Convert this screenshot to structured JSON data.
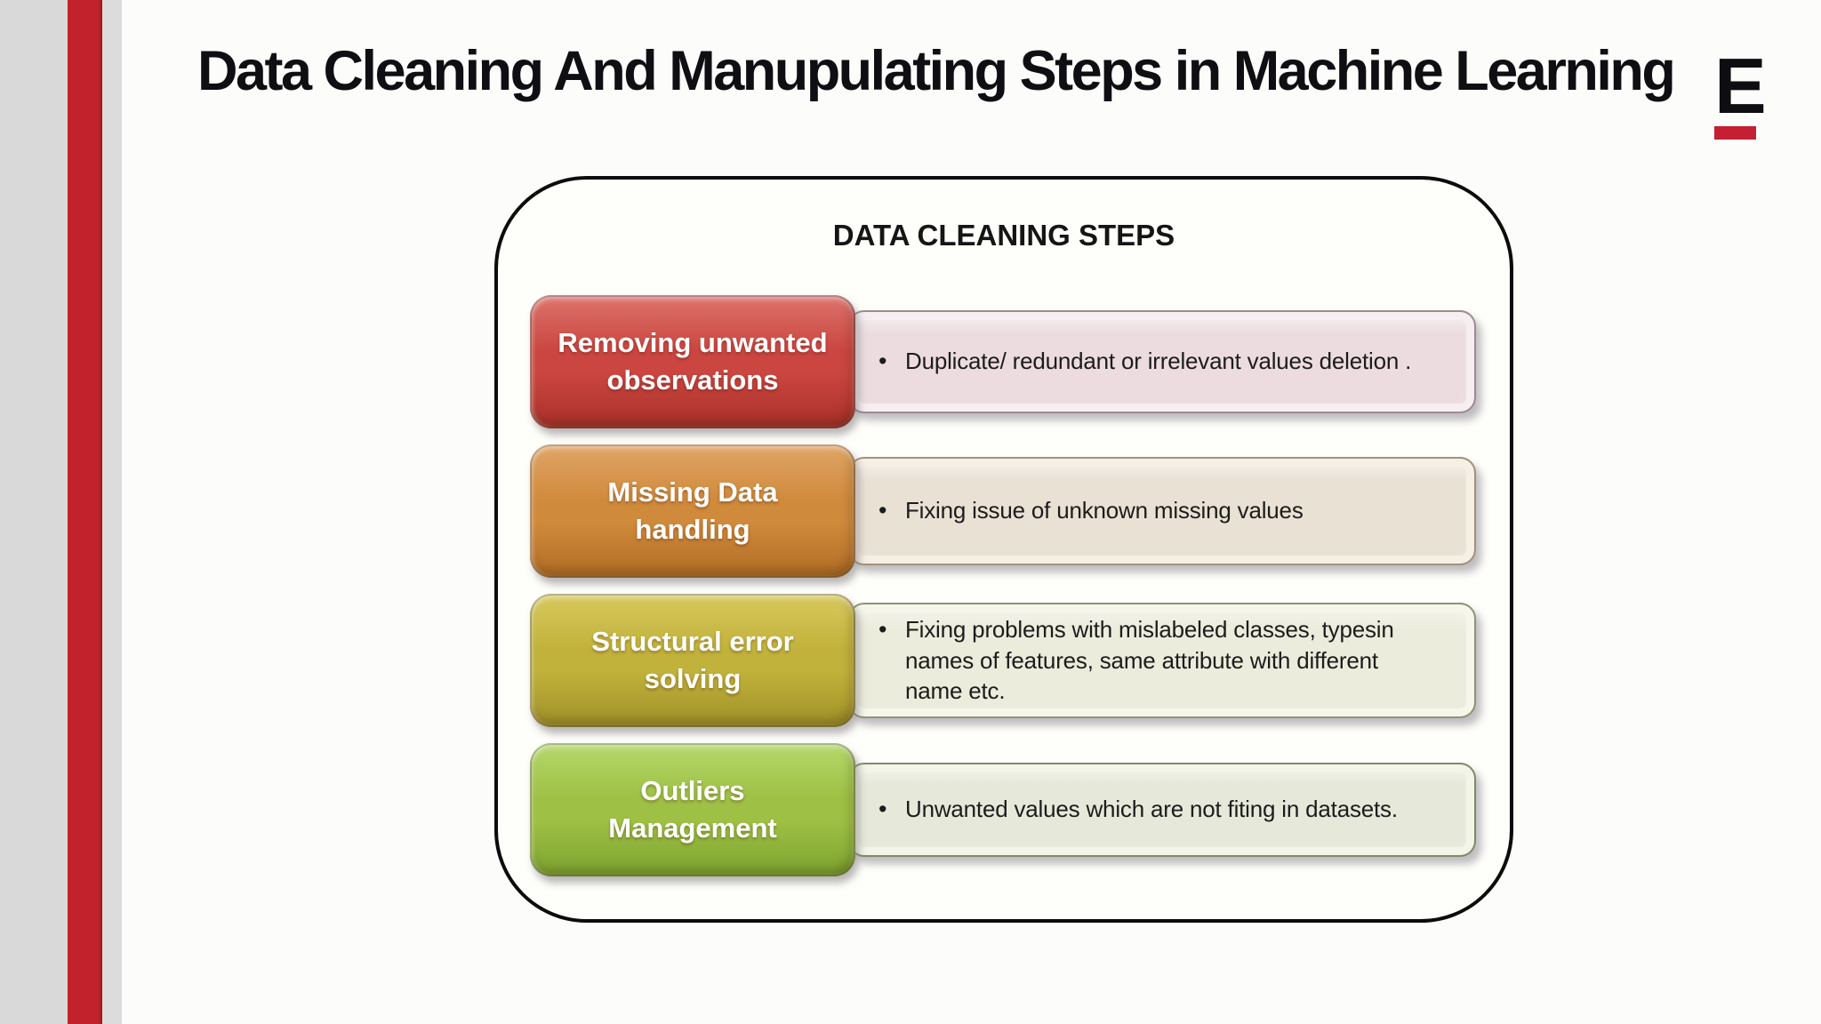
{
  "page": {
    "background": "#fcfdfa",
    "left_stripe_colors": [
      "#d9d9d9",
      "#c2222b",
      "#dcdcdc"
    ]
  },
  "header": {
    "title": "Data Cleaning And Manupulating Steps in Machine Learning",
    "logo": {
      "letter": "E",
      "letter_color": "#0d0d12",
      "underline_color": "#c41f33"
    }
  },
  "diagram": {
    "title": "DATA CLEANING STEPS",
    "border_color": "#0c0c0c",
    "steps": [
      {
        "label": "Removing unwanted\nobservations",
        "bullet": "•",
        "description": "Duplicate/ redundant or irrelevant values deletion .",
        "colors": {
          "top": "#dd736c",
          "mid": "#cb4640",
          "bottom": "#a93028",
          "edge": "#7e1f1c",
          "desc_fill": "#ecdce0",
          "desc_edge": "#9d8a94",
          "desc_bevel": "#f7eef1"
        }
      },
      {
        "label": "Missing Data\nhandling",
        "bullet": "•",
        "description": "Fixing issue of unknown missing values",
        "colors": {
          "top": "#e0a566",
          "mid": "#d08a3c",
          "bottom": "#b06c24",
          "edge": "#8a5518",
          "desc_fill": "#e9e1d4",
          "desc_edge": "#a2917c",
          "desc_bevel": "#f5efe4"
        }
      },
      {
        "label": "Structural error\nsolving",
        "bullet": "•",
        "description": "Fixing problems with mislabeled classes, typesin\nnames of features, same attribute with different\nname etc.",
        "colors": {
          "top": "#d8c95e",
          "mid": "#c1b23b",
          "bottom": "#9f9028",
          "edge": "#7c701c",
          "desc_fill": "#ebecdc",
          "desc_edge": "#8d9378",
          "desc_bevel": "#f6f7ea"
        }
      },
      {
        "label": "Outliers\nManagement",
        "bullet": "•",
        "description": "Unwanted values which are not fiting in datasets.",
        "colors": {
          "top": "#b5d86b",
          "mid": "#9ec044",
          "bottom": "#7da32f",
          "edge": "#5f7f22",
          "desc_fill": "#e6e9da",
          "desc_edge": "#7f8b68",
          "desc_bevel": "#f2f5e7"
        }
      }
    ]
  }
}
